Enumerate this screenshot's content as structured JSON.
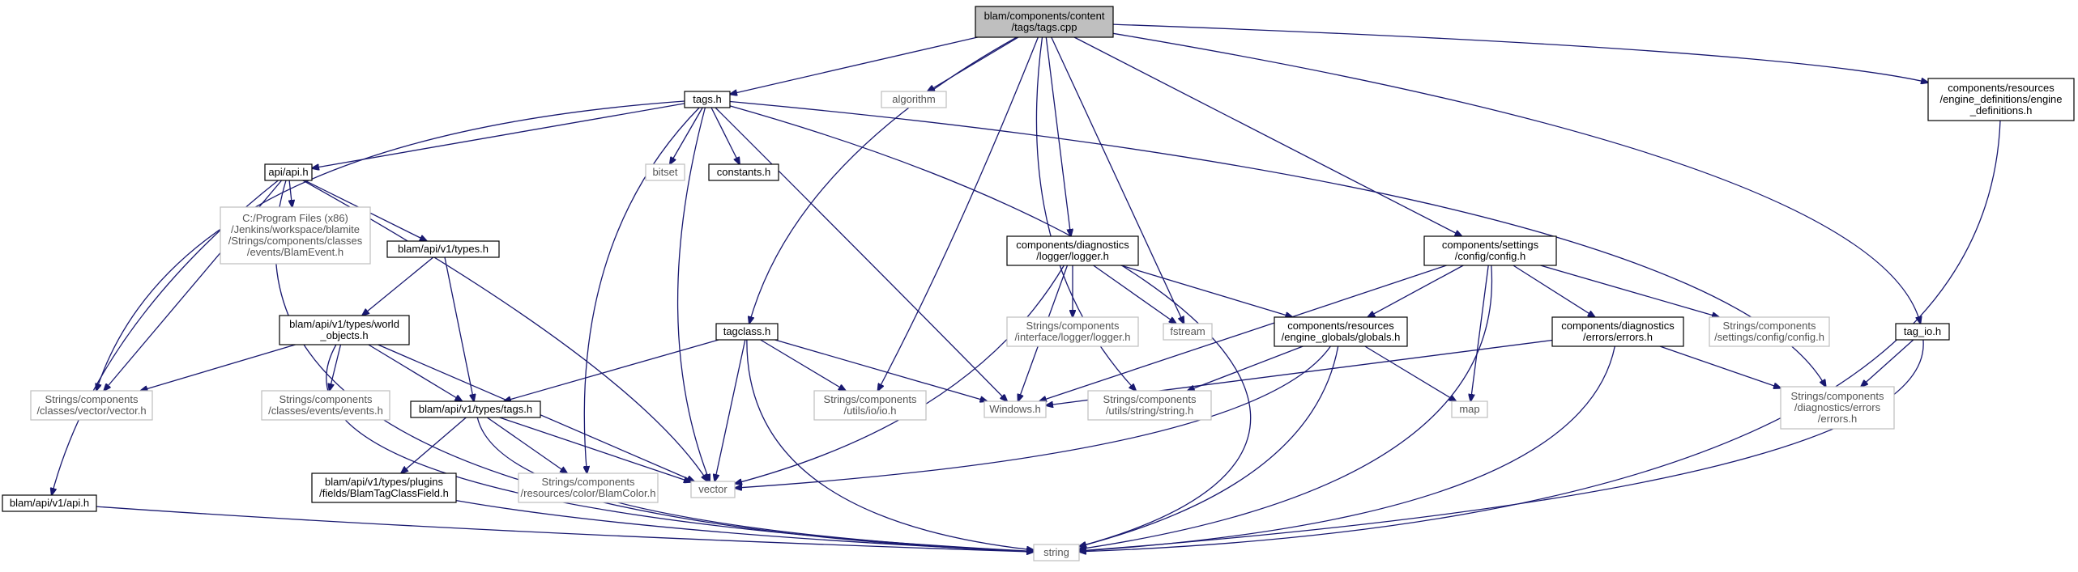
{
  "nodes": [
    {
      "id": "root",
      "style": "root",
      "lines": [
        "blam/components/content",
        "/tags/tags.cpp"
      ]
    },
    {
      "id": "tags_h",
      "style": "solid",
      "lines": [
        "tags.h"
      ]
    },
    {
      "id": "algorithm",
      "style": "grey",
      "lines": [
        "algorithm"
      ]
    },
    {
      "id": "engine_definitions",
      "style": "solid",
      "lines": [
        "components/resources",
        "/engine_definitions/engine",
        "_definitions.h"
      ]
    },
    {
      "id": "api_h",
      "style": "solid",
      "lines": [
        "api/api.h"
      ]
    },
    {
      "id": "bitset",
      "style": "grey",
      "lines": [
        "bitset"
      ]
    },
    {
      "id": "constants_h",
      "style": "solid",
      "lines": [
        "constants.h"
      ]
    },
    {
      "id": "blamevent",
      "style": "grey",
      "lines": [
        "C:/Program Files (x86)",
        "/Jenkins/workspace/blamite",
        "/Strings/components/classes",
        "/events/BlamEvent.h"
      ]
    },
    {
      "id": "types_h",
      "style": "solid",
      "lines": [
        "blam/api/v1/types.h"
      ]
    },
    {
      "id": "logger_h",
      "style": "solid",
      "lines": [
        "components/diagnostics",
        "/logger/logger.h"
      ]
    },
    {
      "id": "config_h",
      "style": "solid",
      "lines": [
        "components/settings",
        "/config/config.h"
      ]
    },
    {
      "id": "world_objects",
      "style": "solid",
      "lines": [
        "blam/api/v1/types/world",
        "_objects.h"
      ]
    },
    {
      "id": "tagclass_h",
      "style": "solid",
      "lines": [
        "tagclass.h"
      ]
    },
    {
      "id": "logger_iface",
      "style": "grey",
      "lines": [
        "Strings/components",
        "/interface/logger/logger.h"
      ]
    },
    {
      "id": "fstream",
      "style": "grey",
      "lines": [
        "fstream"
      ]
    },
    {
      "id": "globals_h",
      "style": "solid",
      "lines": [
        "components/resources",
        "/engine_globals/globals.h"
      ]
    },
    {
      "id": "errors_h",
      "style": "solid",
      "lines": [
        "components/diagnostics",
        "/errors/errors.h"
      ]
    },
    {
      "id": "config_str",
      "style": "grey",
      "lines": [
        "Strings/components",
        "/settings/config/config.h"
      ]
    },
    {
      "id": "tag_io_h",
      "style": "solid",
      "lines": [
        "tag_io.h"
      ]
    },
    {
      "id": "vector_h",
      "style": "grey",
      "lines": [
        "Strings/components",
        "/classes/vector/vector.h"
      ]
    },
    {
      "id": "events_h",
      "style": "grey",
      "lines": [
        "Strings/components",
        "/classes/events/events.h"
      ]
    },
    {
      "id": "types_tags_h",
      "style": "solid",
      "lines": [
        "blam/api/v1/types/tags.h"
      ]
    },
    {
      "id": "io_h",
      "style": "grey",
      "lines": [
        "Strings/components",
        "/utils/io/io.h"
      ]
    },
    {
      "id": "windows_h",
      "style": "grey",
      "lines": [
        "Windows.h"
      ]
    },
    {
      "id": "string_h",
      "style": "grey",
      "lines": [
        "Strings/components",
        "/utils/string/string.h"
      ]
    },
    {
      "id": "map",
      "style": "grey",
      "lines": [
        "map"
      ]
    },
    {
      "id": "errors_str",
      "style": "grey",
      "lines": [
        "Strings/components",
        "/diagnostics/errors",
        "/errors.h"
      ]
    },
    {
      "id": "api_v1_api",
      "style": "solid",
      "lines": [
        "blam/api/v1/api.h"
      ]
    },
    {
      "id": "tagclassfield",
      "style": "solid",
      "lines": [
        "blam/api/v1/types/plugins",
        "/fields/BlamTagClassField.h"
      ]
    },
    {
      "id": "blamcolor",
      "style": "grey",
      "lines": [
        "Strings/components",
        "/resources/color/BlamColor.h"
      ]
    },
    {
      "id": "vector",
      "style": "grey",
      "lines": [
        "vector"
      ]
    },
    {
      "id": "string",
      "style": "grey",
      "lines": [
        "string"
      ]
    }
  ],
  "edges": [
    [
      "root",
      "tags_h"
    ],
    [
      "root",
      "algorithm"
    ],
    [
      "root",
      "engine_definitions"
    ],
    [
      "root",
      "tagclass_h"
    ],
    [
      "root",
      "logger_h"
    ],
    [
      "root",
      "fstream"
    ],
    [
      "root",
      "config_h"
    ],
    [
      "root",
      "tag_io_h"
    ],
    [
      "root",
      "io_h"
    ],
    [
      "root",
      "string_h"
    ],
    [
      "tags_h",
      "api_h"
    ],
    [
      "tags_h",
      "bitset"
    ],
    [
      "tags_h",
      "constants_h"
    ],
    [
      "tags_h",
      "vector_h"
    ],
    [
      "tags_h",
      "windows_h"
    ],
    [
      "tags_h",
      "blamcolor"
    ],
    [
      "tags_h",
      "vector"
    ],
    [
      "tags_h",
      "string"
    ],
    [
      "tags_h",
      "errors_str"
    ],
    [
      "api_h",
      "blamevent"
    ],
    [
      "api_h",
      "types_h"
    ],
    [
      "api_h",
      "vector_h"
    ],
    [
      "api_h",
      "api_v1_api"
    ],
    [
      "api_h",
      "vector"
    ],
    [
      "api_h",
      "string"
    ],
    [
      "types_h",
      "world_objects"
    ],
    [
      "types_h",
      "types_tags_h"
    ],
    [
      "world_objects",
      "vector_h"
    ],
    [
      "world_objects",
      "events_h"
    ],
    [
      "world_objects",
      "types_tags_h"
    ],
    [
      "world_objects",
      "vector"
    ],
    [
      "world_objects",
      "string"
    ],
    [
      "tagclass_h",
      "types_tags_h"
    ],
    [
      "tagclass_h",
      "io_h"
    ],
    [
      "tagclass_h",
      "windows_h"
    ],
    [
      "tagclass_h",
      "vector"
    ],
    [
      "tagclass_h",
      "string"
    ],
    [
      "types_tags_h",
      "tagclassfield"
    ],
    [
      "types_tags_h",
      "blamcolor"
    ],
    [
      "types_tags_h",
      "vector"
    ],
    [
      "types_tags_h",
      "string"
    ],
    [
      "tagclassfield",
      "string"
    ],
    [
      "api_v1_api",
      "string"
    ],
    [
      "logger_h",
      "logger_iface"
    ],
    [
      "logger_h",
      "fstream"
    ],
    [
      "logger_h",
      "globals_h"
    ],
    [
      "logger_h",
      "windows_h"
    ],
    [
      "logger_h",
      "vector"
    ],
    [
      "config_h",
      "globals_h"
    ],
    [
      "config_h",
      "errors_h"
    ],
    [
      "config_h",
      "config_str"
    ],
    [
      "config_h",
      "windows_h"
    ],
    [
      "config_h",
      "map"
    ],
    [
      "config_h",
      "string"
    ],
    [
      "globals_h",
      "string_h"
    ],
    [
      "globals_h",
      "map"
    ],
    [
      "globals_h",
      "vector"
    ],
    [
      "globals_h",
      "string"
    ],
    [
      "errors_h",
      "windows_h"
    ],
    [
      "errors_h",
      "errors_str"
    ],
    [
      "errors_h",
      "string"
    ],
    [
      "tag_io_h",
      "errors_str"
    ],
    [
      "tag_io_h",
      "string"
    ],
    [
      "engine_definitions",
      "string"
    ]
  ]
}
